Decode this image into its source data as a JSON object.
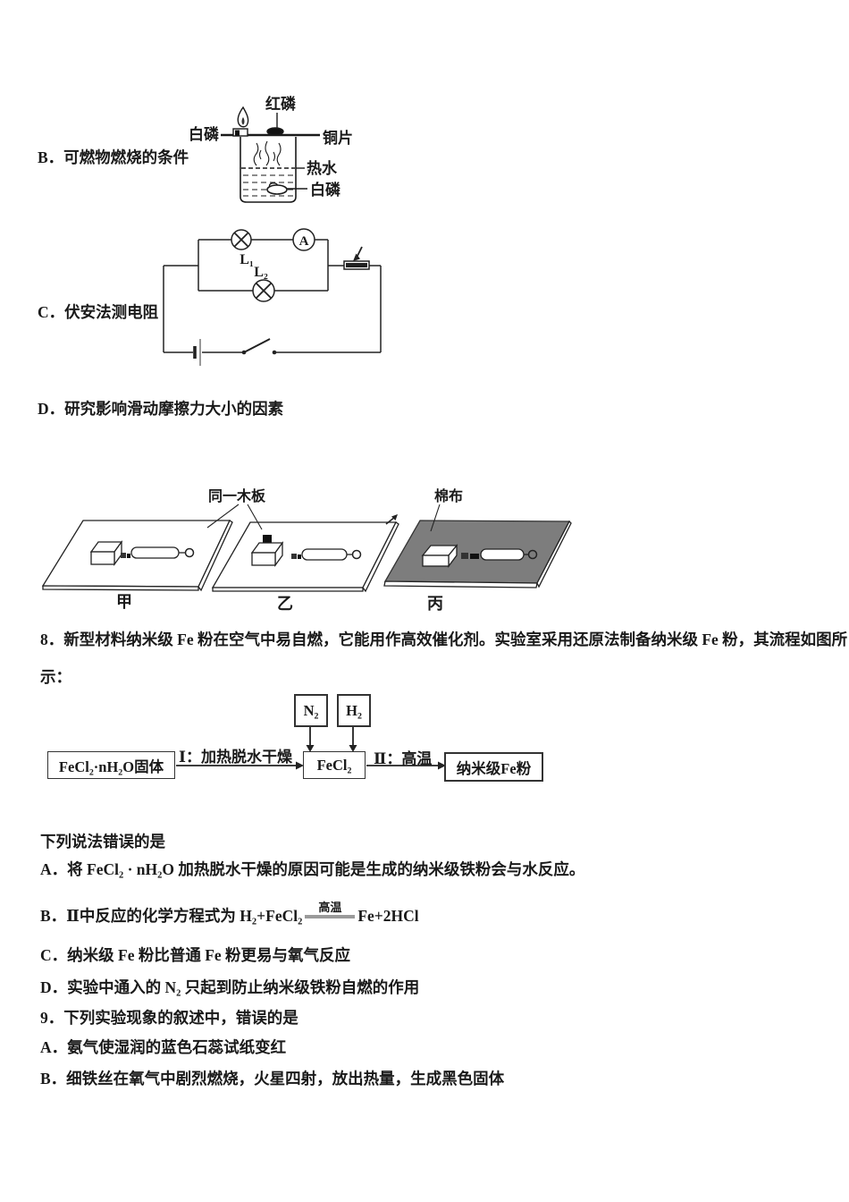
{
  "combustion": {
    "label": "B．可燃物燃烧的条件",
    "red_phosphorus": "红磷",
    "white_phosphorus_top": "白磷",
    "copper_sheet": "铜片",
    "hot_water": "热水",
    "white_phosphorus_bottom": "白磷"
  },
  "circuit": {
    "label": "C．伏安法测电阻",
    "lamp1": "L₁",
    "lamp2": "L₂",
    "ammeter": "A"
  },
  "friction": {
    "label": "D．研究影响滑动摩擦力大小的因素",
    "same_board": "同一木板",
    "cotton": "棉布",
    "board1": "甲",
    "board2": "乙",
    "board3": "丙"
  },
  "q8": {
    "stem_line1": "8．新型材料纳米级 Fe 粉在空气中易自燃，它能用作高效催化剂。实验室采用还原法制备纳米级 Fe 粉，其流程如图所",
    "stem_line2": "示：",
    "flow": {
      "input": "FeCl₂·nH₂O固体",
      "n2": "N₂",
      "h2": "H₂",
      "step1": "Ⅰ：加热脱水干燥",
      "middle": "FeCl₂",
      "step2": "Ⅱ：高温",
      "output": "纳米级Fe粉"
    },
    "prompt": "下列说法错误的是",
    "optA": "A．将 FeCl₂ · nH₂O 加热脱水干燥的原因可能是生成的纳米级铁粉会与水反应。",
    "optB_pre": "B．Ⅱ中反应的化学方程式为 H₂+FeCl₂",
    "optB_cond": "高温",
    "optB_post": "Fe+2HCl",
    "optC": "C．纳米级 Fe 粉比普通 Fe 粉更易与氧气反应",
    "optD": "D．实验中通入的 N₂ 只起到防止纳米级铁粉自燃的作用"
  },
  "q9": {
    "stem": "9．下列实验现象的叙述中，错误的是",
    "optA": "A．氨气使湿润的蓝色石蕊试纸变红",
    "optB": "B．细铁丝在氧气中剧烈燃烧，火星四射，放出热量，生成黑色固体"
  }
}
